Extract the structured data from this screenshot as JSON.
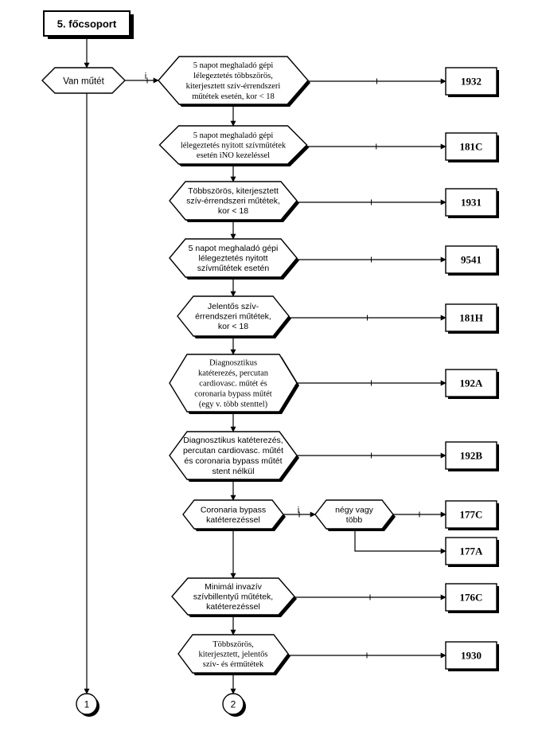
{
  "header": {
    "label": "5. főcsoport"
  },
  "start_decision": {
    "label": "Van műtét"
  },
  "branch_label": "i",
  "decisions": [
    {
      "lines": [
        "5 napot meghaladó gépi",
        "lélegeztetés többszörös,",
        "kiterjesztett szív-érrendszeri",
        "műtétek esetén, kor < 18"
      ],
      "result": "1932"
    },
    {
      "lines": [
        "5 napot meghaladó gépi",
        "lélegeztetés nyitott szívműtétek",
        "esetén iNO kezeléssel"
      ],
      "result": "181C"
    },
    {
      "lines": [
        "Többszörös, kiterjesztett",
        "szív-érrendszeri műtétek,",
        "kor < 18"
      ],
      "result": "1931"
    },
    {
      "lines": [
        "5 napot meghaladó gépi",
        "lélegeztetés nyitott",
        "szívműtétek esetén"
      ],
      "result": "9541"
    },
    {
      "lines": [
        "Jelentős szív-",
        "érrendszeri műtétek,",
        "kor < 18"
      ],
      "result": "181H"
    },
    {
      "lines": [
        "Diagnosztikus",
        "katéterezés, percutan",
        "cardiovasc. műtét és",
        "coronaria bypass műtét",
        "(egy v. több stenttel)"
      ],
      "result": "192A"
    },
    {
      "lines": [
        "Diagnosztikus katéterezés,",
        "percutan cardiovasc. műtét",
        "és coronaria bypass műtét",
        "stent nélkül"
      ],
      "result": "192B"
    },
    {
      "lines": [
        "Coronaria bypass",
        "katéterezéssel"
      ],
      "result": ""
    },
    {
      "lines": [
        "Minimál invazív",
        "szívbillentyű műtétek,",
        "katéterezéssel"
      ],
      "result": "176C"
    },
    {
      "lines": [
        "Többszörös,",
        "kiterjesztett, jelentős",
        "szív- és érműtétek"
      ],
      "result": "1930"
    }
  ],
  "sub_decision": {
    "lines": [
      "négy vagy",
      "több"
    ],
    "yes_result": "177C",
    "no_result": "177A"
  },
  "connectors": [
    "1",
    "2"
  ]
}
